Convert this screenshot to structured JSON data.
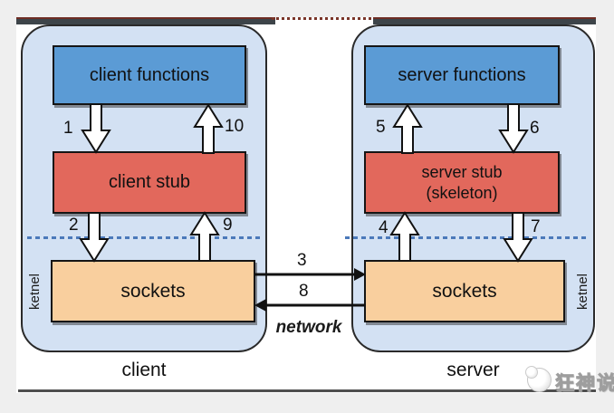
{
  "colors": {
    "page_bg": "#efefef",
    "panel_bg": "#ffffff",
    "container_fill": "#d3e1f3",
    "container_border": "#2a2a2a",
    "functions_fill": "#5b9bd5",
    "stub_fill": "#e2685c",
    "sockets_fill": "#f9cf9e",
    "dashed_line": "#4b79ba",
    "text": "#111111"
  },
  "client": {
    "label": "client",
    "kernel_label": "ketnel",
    "functions": "client functions",
    "stub": "client stub",
    "sockets": "sockets",
    "arrow_1": "1",
    "arrow_2": "2",
    "arrow_9": "9",
    "arrow_10": "10"
  },
  "server": {
    "label": "server",
    "kernel_label": "ketnel",
    "functions": "server functions",
    "stub_line1": "server stub",
    "stub_line2": "(skeleton)",
    "sockets": "sockets",
    "arrow_4": "4",
    "arrow_5": "5",
    "arrow_6": "6",
    "arrow_7": "7"
  },
  "network": {
    "arrow_3": "3",
    "arrow_8": "8",
    "label": "network"
  },
  "watermark": {
    "text": "狂神说"
  }
}
